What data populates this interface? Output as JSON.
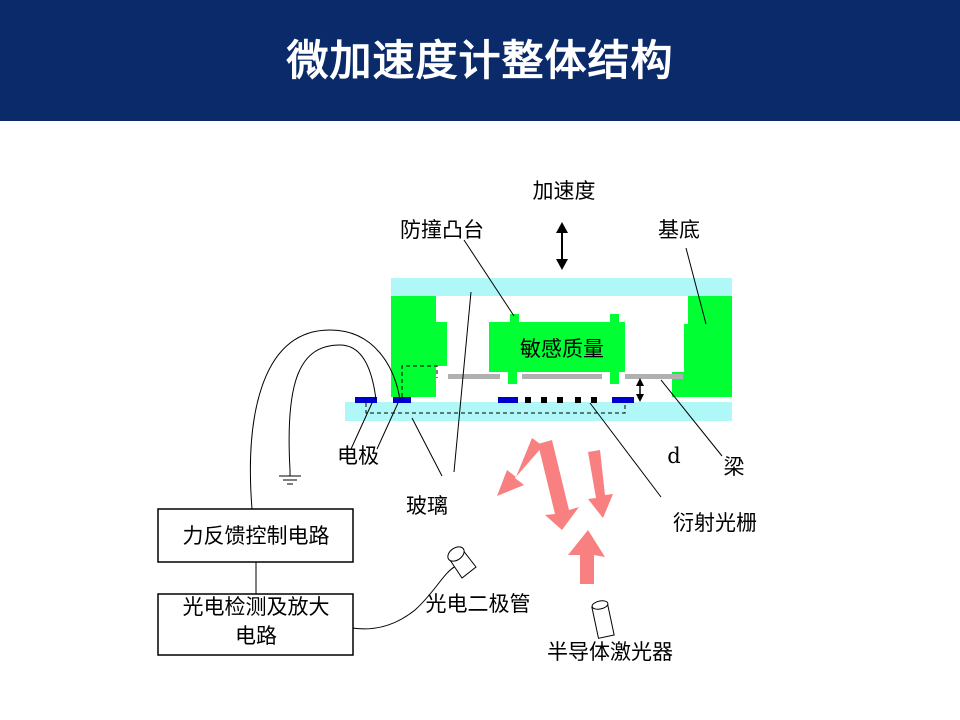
{
  "title": "微加速度计整体结构",
  "labels": {
    "acceleration": "加速度",
    "anti_collision_platform": "防撞凸台",
    "substrate": "基底",
    "proof_mass": "敏感质量",
    "electrode": "电极",
    "gap": "d",
    "beam": "梁",
    "glass": "玻璃",
    "diffraction_grating": "衍射光栅",
    "force_feedback_circuit": "力反馈控制电路",
    "photo_circuit_line1": "光电检测及放大",
    "photo_circuit_line2": "电路",
    "photodiode": "光电二极管",
    "laser": "半导体激光器"
  },
  "colors": {
    "header_bg": "#0a2a6a",
    "structure_green": "#00ff33",
    "glass_cyan": "#b0f8f8",
    "electrode_blue": "#0000cc",
    "beam_gray": "#b0b0b0",
    "arrow_pink": "#f88080"
  }
}
